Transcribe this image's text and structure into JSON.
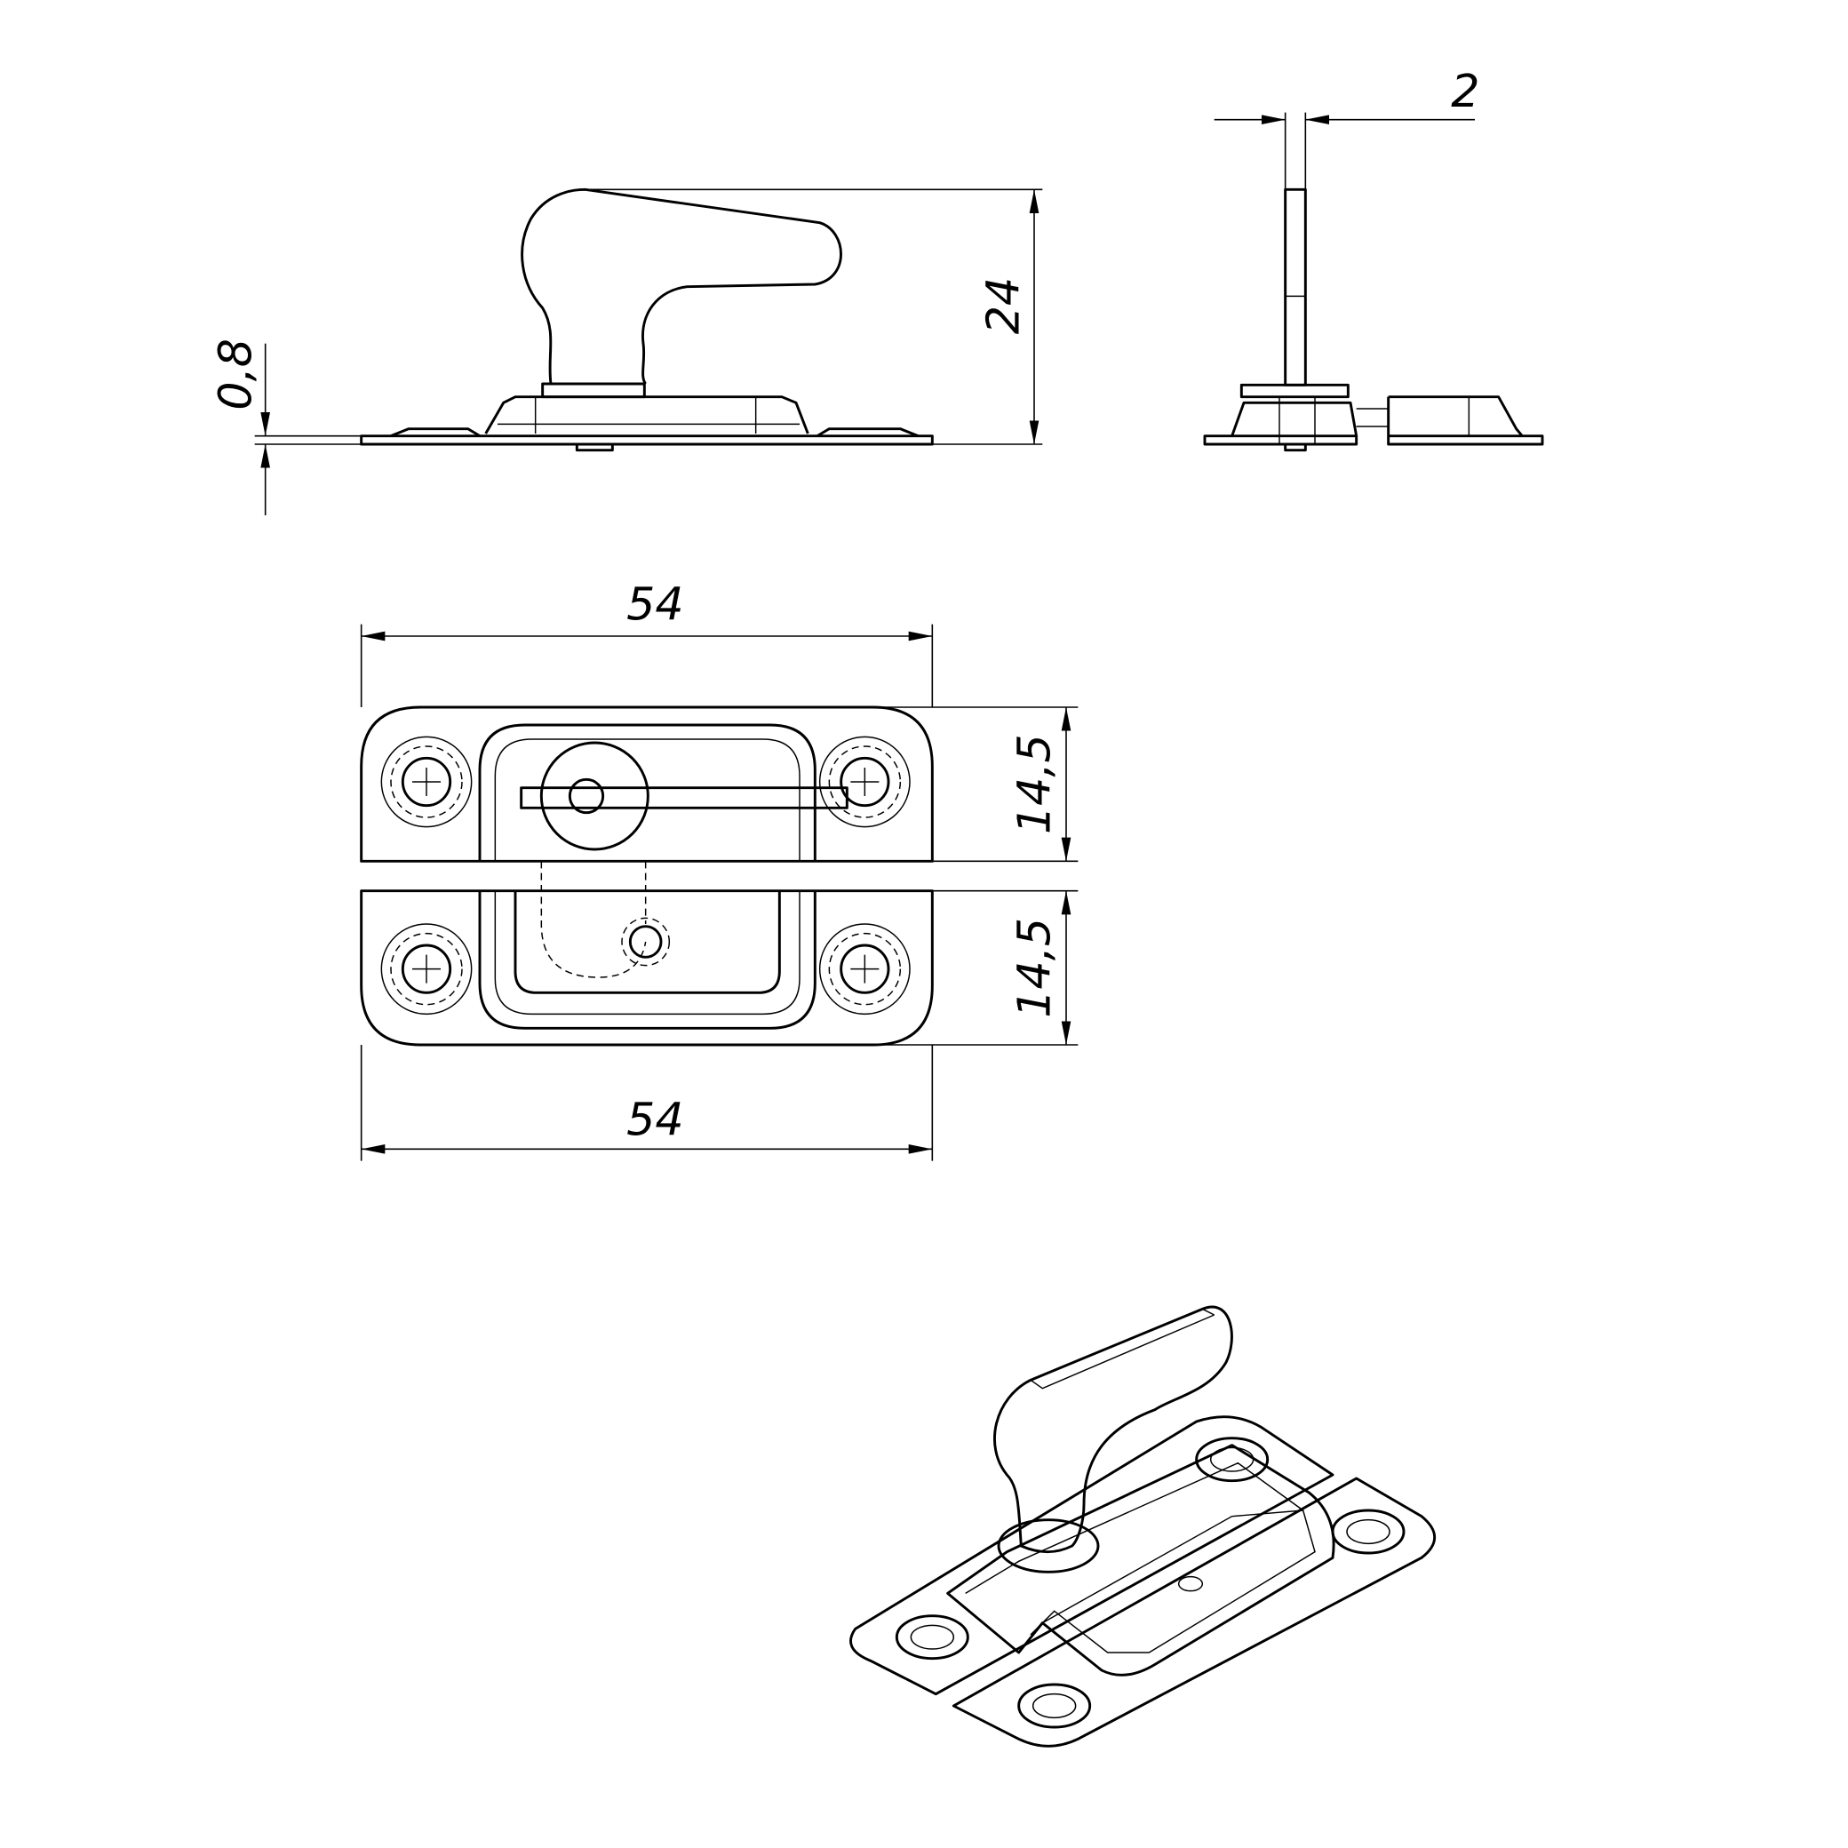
{
  "dimensions": {
    "side_thickness": "2",
    "height": "24",
    "plate_thickness": "0,8",
    "width_top": "54",
    "width_bottom": "54",
    "plate_height_upper": "14,5",
    "plate_height_lower": "14,5"
  }
}
